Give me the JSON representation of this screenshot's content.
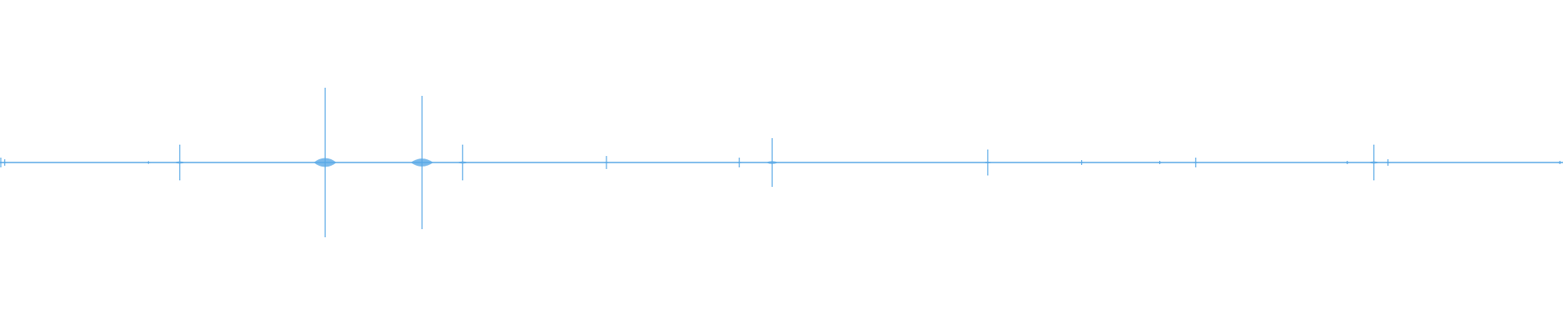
{
  "waveform": {
    "color": "#5aa9e6",
    "background": "#ffffff",
    "peaks": [
      {
        "t": 0.0,
        "amp": 0.03
      },
      {
        "t": 0.003,
        "amp": 0.02
      },
      {
        "t": 0.095,
        "amp": 0.008
      },
      {
        "t": 0.115,
        "amp": 0.11
      },
      {
        "t": 0.208,
        "amp": 0.46
      },
      {
        "t": 0.27,
        "amp": 0.41
      },
      {
        "t": 0.296,
        "amp": 0.11
      },
      {
        "t": 0.388,
        "amp": 0.04
      },
      {
        "t": 0.473,
        "amp": 0.03
      },
      {
        "t": 0.494,
        "amp": 0.15
      },
      {
        "t": 0.632,
        "amp": 0.08
      },
      {
        "t": 0.692,
        "amp": 0.015
      },
      {
        "t": 0.742,
        "amp": 0.01
      },
      {
        "t": 0.765,
        "amp": 0.03
      },
      {
        "t": 0.862,
        "amp": 0.01
      },
      {
        "t": 0.879,
        "amp": 0.11
      },
      {
        "t": 0.888,
        "amp": 0.02
      },
      {
        "t": 0.998,
        "amp": 0.01
      }
    ]
  }
}
